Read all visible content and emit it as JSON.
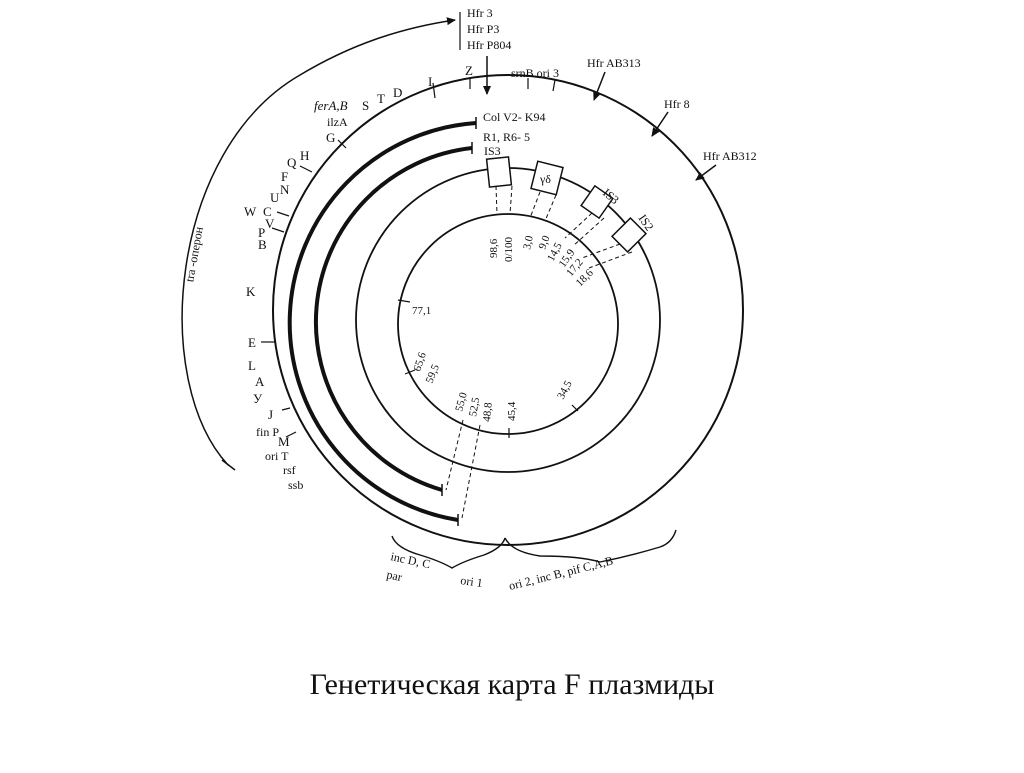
{
  "caption": "Генетическая карта F плазмиды",
  "hfr_labels": [
    "Hfr 3",
    "Hfr P3",
    "Hfr P804",
    "Hfr AB313",
    "Hfr 8",
    "Hfr AB312"
  ],
  "top_labels": [
    "Z",
    "I",
    "srnB ori 3"
  ],
  "inner_plasmids": [
    "Col V2- K94",
    "R1, R6- 5"
  ],
  "insertion_elements": [
    "IS3",
    "γδ",
    "IS3",
    "IS2"
  ],
  "outer_genes": [
    "ferA,B",
    "S",
    "T",
    "D",
    "ilzA",
    "G",
    "H",
    "Q",
    "F",
    "U",
    "N",
    "W",
    "C",
    "V",
    "P",
    "B",
    "K",
    "E",
    "L",
    "A",
    "У",
    "J",
    "fin P",
    "M",
    "ori T",
    "rsf",
    "ssb"
  ],
  "tra_operon_label": "tra -оперон",
  "map_positions": [
    "98,6",
    "0/100",
    "3,0",
    "9,0",
    "14,5",
    "15,9",
    "17,2",
    "18,6",
    "77,1",
    "65,6",
    "59,5",
    "55,0",
    "52,5",
    "48,8",
    "45,4",
    "34,5"
  ],
  "bottom_labels": [
    "inc D, C",
    "par",
    "ori 1",
    "ori 2, inc B, pif C,A,B"
  ]
}
